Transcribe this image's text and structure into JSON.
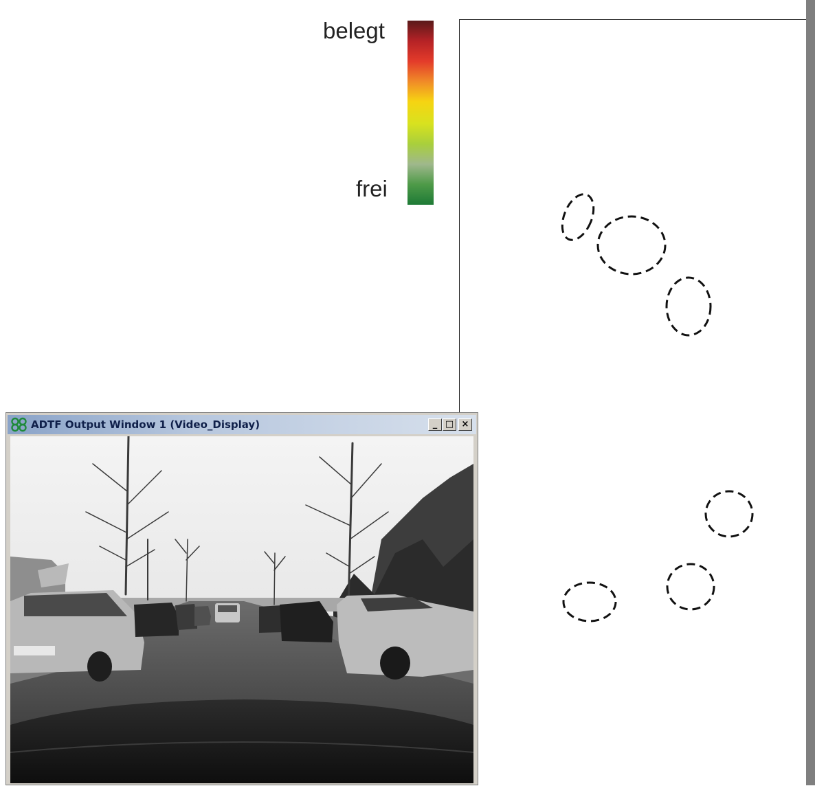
{
  "legend": {
    "top_label": "belegt",
    "bottom_label": "frei",
    "gradient_colors": [
      "#5a1a1a",
      "#b52226",
      "#e33b2a",
      "#f08a28",
      "#f6d412",
      "#d8e21f",
      "#a9cf3c",
      "#9fb88c",
      "#4e9a48",
      "#1e7a36"
    ]
  },
  "map": {
    "border_color": "#222222",
    "object_stroke": "#111111"
  },
  "output_window": {
    "title": "ADTF Output Window 1 (Video_Display)",
    "buttons": {
      "minimize": "_",
      "maximize": "□",
      "close": "×"
    },
    "icons": {
      "app": "adtf-logo-icon",
      "minimize": "minimize-icon",
      "maximize": "maximize-icon",
      "close": "close-icon"
    }
  }
}
